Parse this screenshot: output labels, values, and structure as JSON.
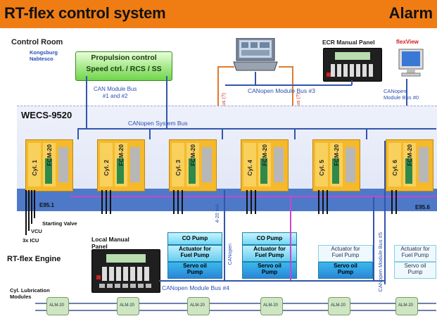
{
  "header": {
    "title": "RT-flex control system",
    "alarm_label": "Alarm",
    "color": "#f07d13"
  },
  "control_room": {
    "label": "Control Room",
    "vendor": "Kongsburg\nNabtesco",
    "propulsion_line1": "Propulsion control",
    "propulsion_line2": "Speed ctrl. / RCS / SS",
    "can_module_bus_12": "CAN Module Bus\n#1 and #2",
    "ecr_panel": "ECR Manual Panel",
    "flexview": "flexView",
    "canopen_bus3": "CANopen Module Bus #3",
    "canopen_bus0": "CANopen\nModule Bus #0",
    "modbus_a": "Modbus (?)",
    "modbus_b": "Modbus (?)"
  },
  "wecs": {
    "label": "WECS-9520",
    "system_bus": "CANopen System Bus",
    "e951": "E95.1",
    "e956": "E95.6",
    "units": [
      {
        "cyl": "Cyl. 1",
        "fcm": "FCM-20"
      },
      {
        "cyl": "Cyl. 2",
        "fcm": "FCM-20"
      },
      {
        "cyl": "Cyl. 3",
        "fcm": "FCM-20"
      },
      {
        "cyl": "Cyl. 4",
        "fcm": "FCM-20"
      },
      {
        "cyl": "Cyl. 5",
        "fcm": "FCM-20"
      },
      {
        "cyl": "Cyl. 6",
        "fcm": "FCM-20"
      }
    ]
  },
  "engine": {
    "starting_valve": "Starting Valve",
    "vcu": "VCU",
    "icu": "3x ICU",
    "local_panel": "Local Manual\nPanel",
    "rt_flex_engine": "RT-flex Engine",
    "ma_label": "4-20 mA",
    "canopen_small": "CANopen",
    "canopen_bus4": "CANopen Module Bus #4",
    "canopen_bus5": "CANopen Module Bus #5",
    "lubrication": "Cyl. Lubrication\nModules",
    "alm_label": "ALM-20",
    "pumps": {
      "co_pump": "CO Pump",
      "actuator_fuel": "Actuator for\nFuel Pump",
      "servo_oil": "Servo oil\nPump"
    }
  },
  "colors": {
    "green": "#6fd54a",
    "bus_blue": "#4d79c8",
    "line_blue": "#3355aa",
    "line_purple": "#cc44cc",
    "line_orange": "#e07a2a"
  }
}
